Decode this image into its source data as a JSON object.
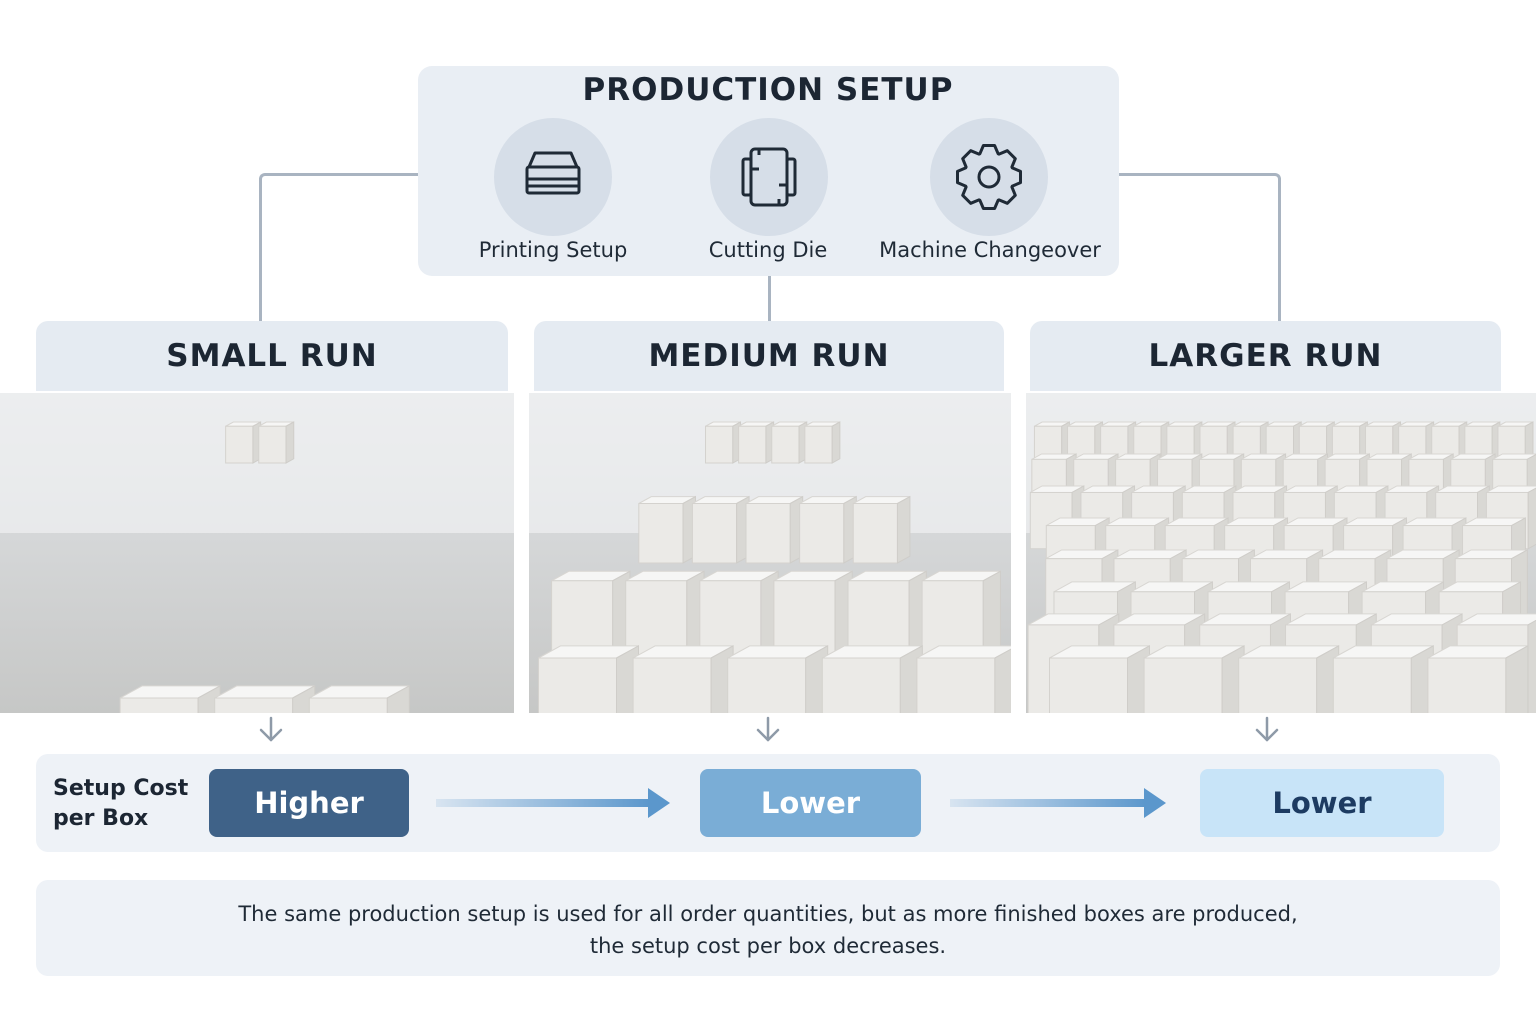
{
  "setup": {
    "title": "PRODUCTION SETUP",
    "items": [
      {
        "label": "Printing Setup",
        "icon": "printing-tray-icon"
      },
      {
        "label": "Cutting Die",
        "icon": "cutting-die-icon"
      },
      {
        "label": "Machine Changeover",
        "icon": "gear-icon"
      }
    ]
  },
  "runs": [
    {
      "title": "SMALL RUN",
      "box_rows": 2,
      "photo": "small group of white boxes"
    },
    {
      "title": "MEDIUM RUN",
      "box_rows": 4,
      "photo": "medium group of white boxes"
    },
    {
      "title": "LARGER RUN",
      "box_rows": 8,
      "photo": "large grid of white boxes"
    }
  ],
  "cost": {
    "label_line1": "Setup Cost",
    "label_line2": "per Box",
    "levels": [
      {
        "label": "Higher",
        "bg": "#3f6288",
        "fg": "#ffffff"
      },
      {
        "label": "Lower",
        "bg": "#7aadd6",
        "fg": "#ffffff"
      },
      {
        "label": "Lower",
        "bg": "#c8e4f8",
        "fg": "#1d3b62"
      }
    ]
  },
  "note": {
    "line1": "The same production setup is used for all order quantities, but as more finished boxes are produced,",
    "line2": "the setup cost per box decreases."
  },
  "colors": {
    "panel": "#e9eef4",
    "connector": "#a9b4c1",
    "arrow": "#5b97cc"
  }
}
